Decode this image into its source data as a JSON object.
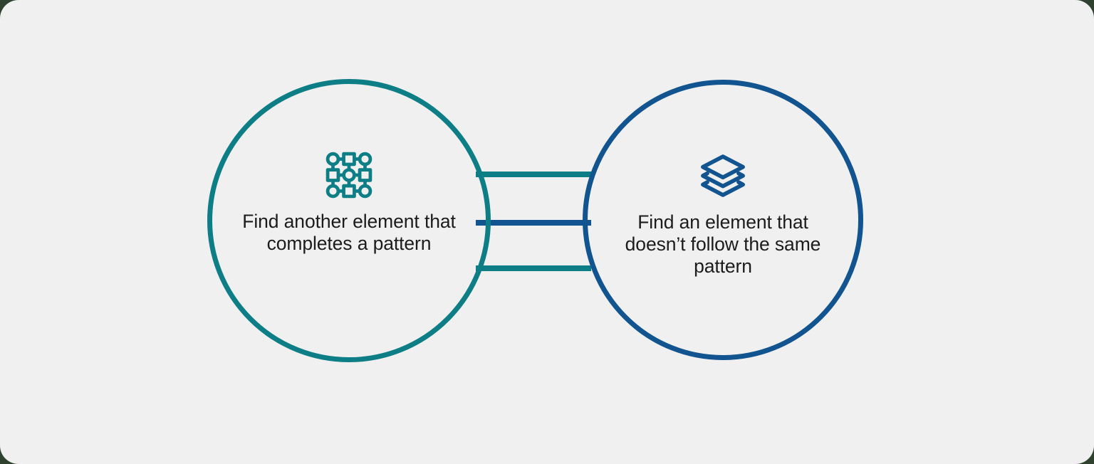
{
  "theme": {
    "page_background": "#2f412f",
    "card_background": "#eff0ef",
    "teal": "#0d7d86",
    "blue": "#11548f",
    "text_color": "#1c1c1c"
  },
  "diagram": {
    "type": "two-node-linked-diagram",
    "nodes": [
      {
        "id": "left",
        "icon": "pattern-grid-icon",
        "icon_description": "three-by-three grid of alternating circles and squares joined by connecting lines",
        "label": "Find another element that completes a pattern",
        "color": "#0d7d86"
      },
      {
        "id": "right",
        "icon": "layers-stack-icon",
        "icon_description": "stack of three layered diamond plates",
        "label": "Find an element that doesn’t follow the same pattern",
        "color": "#11548f"
      }
    ],
    "connectors": [
      {
        "id": "connector-top",
        "color": "#0d7d86"
      },
      {
        "id": "connector-middle",
        "color": "#11548f"
      },
      {
        "id": "connector-bottom",
        "color": "#0d7d86"
      }
    ]
  }
}
